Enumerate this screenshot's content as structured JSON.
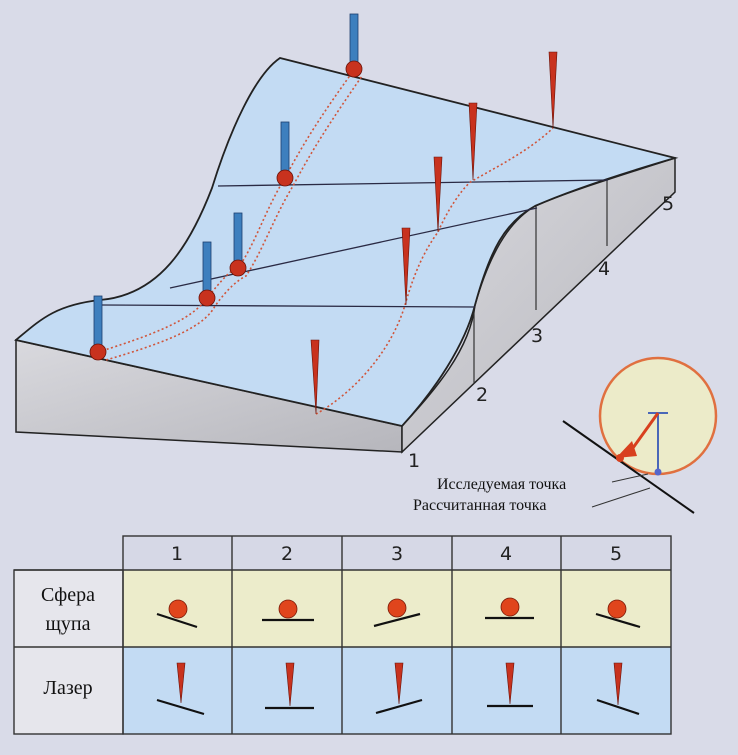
{
  "diagram": {
    "section_numbers": [
      "1",
      "2",
      "3",
      "4",
      "5"
    ],
    "callout": {
      "measured_point_label": "Исследуемая точка",
      "calculated_point_label": "Рассчитанная точка"
    },
    "colors": {
      "surface": "#c3dbf3",
      "side": "#c9c9cf",
      "probe": "#3d7fbe",
      "sphere": "#c8321e",
      "laser": "#c8321e",
      "circle_fill": "#ecebc9",
      "circle_stroke": "#e07040"
    }
  },
  "table": {
    "columns": [
      "1",
      "2",
      "3",
      "4",
      "5"
    ],
    "rows": [
      {
        "header": [
          "Сфера",
          "щупа"
        ],
        "kind": "sphere"
      },
      {
        "header": [
          "Лазер"
        ],
        "kind": "laser"
      }
    ],
    "colors": {
      "header_bg": "#d6d8e6",
      "sphere_row_bg": "#ececcb",
      "laser_row_bg": "#c3dbf3",
      "row_header_bg": "#e6e6ec"
    }
  }
}
